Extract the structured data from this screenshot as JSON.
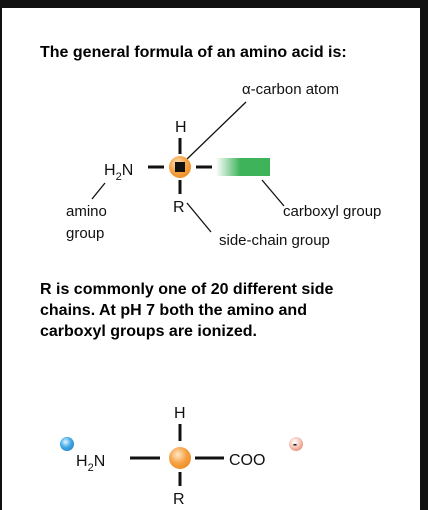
{
  "heading": "The general formula of an amino acid is:",
  "top_formula": {
    "alpha_label": "α-carbon atom",
    "h_label": "H",
    "h2n_main": "H",
    "h2n_sub": "2",
    "h2n_n": "N",
    "r_label": "R",
    "amino_line1": "amino",
    "amino_line2": "group",
    "carboxyl_label": "carboxyl group",
    "sidechain_label": "side-chain group"
  },
  "note": {
    "line1": "R is commonly one of 20 different side",
    "line2": "chains.  At pH 7 both the amino and",
    "line3": "carboxyl groups are ionized."
  },
  "bottom_formula": {
    "h_label": "H",
    "h2n_main": "H",
    "h2n_sub": "2",
    "h2n_n": "N",
    "coo_label": "COO",
    "minus_label": "-",
    "r_label": "R"
  },
  "colors": {
    "carbon_orange": "#f5a447",
    "carboxyl_green": "#3fb35a",
    "amino_blue": "#3fa9e6",
    "coo_pink": "#f0a494"
  }
}
